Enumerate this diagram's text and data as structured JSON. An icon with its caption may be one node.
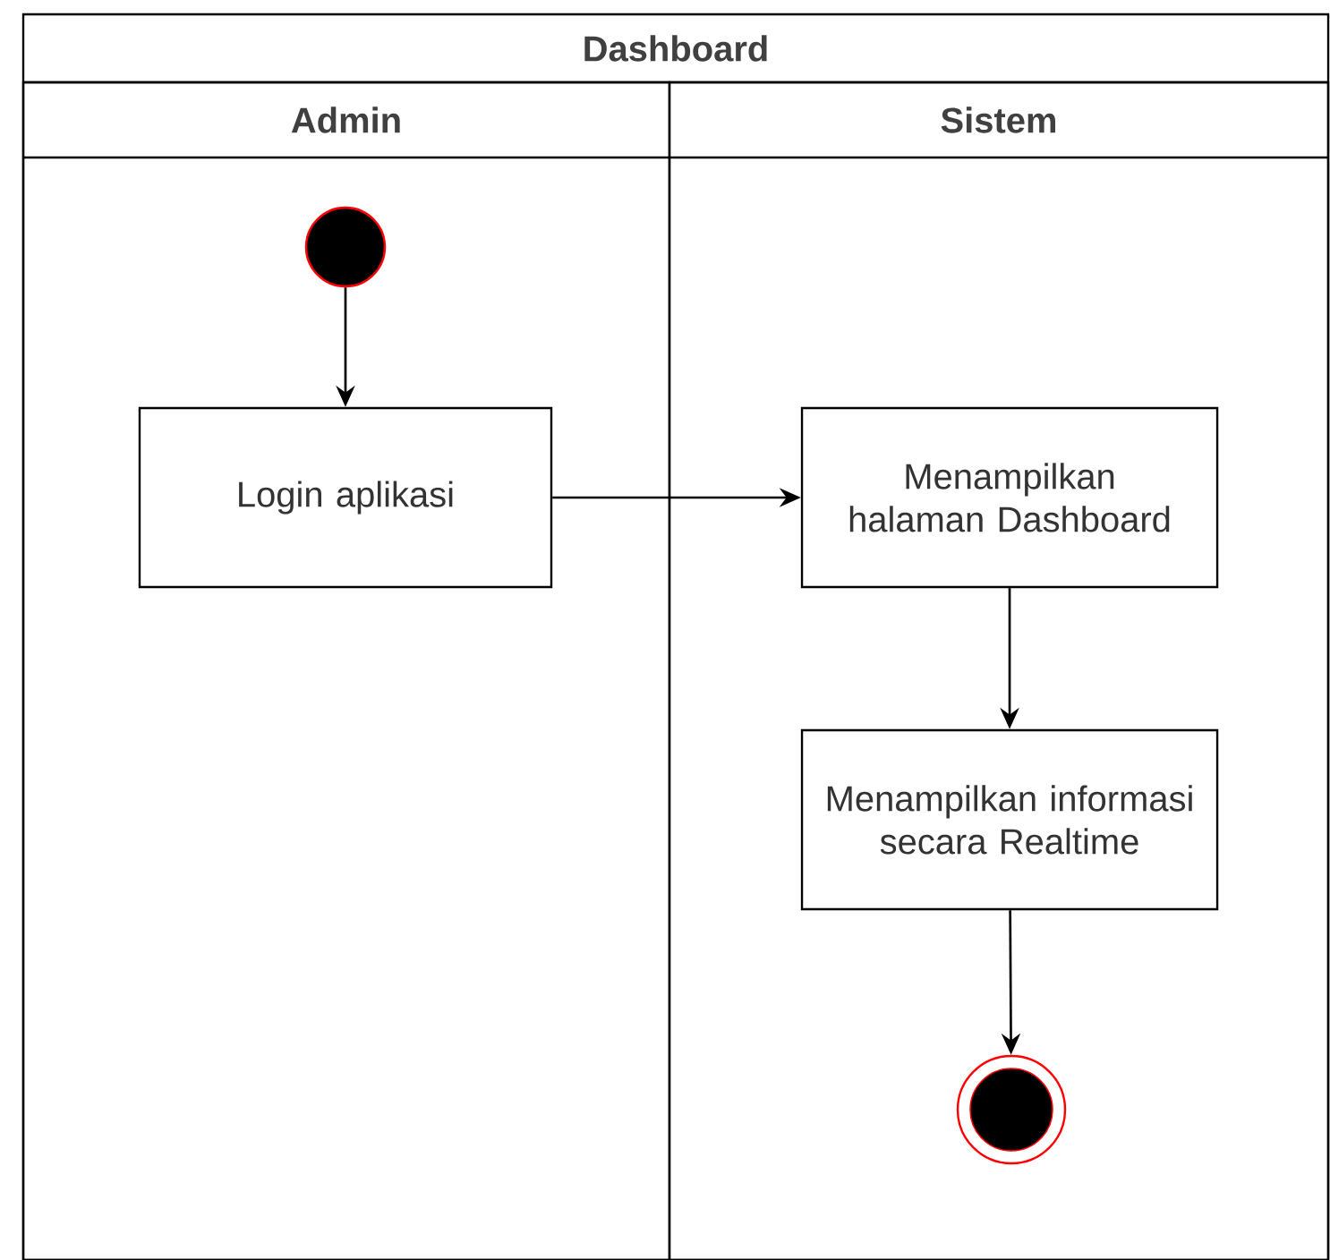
{
  "diagram": {
    "nodes": [
      {
        "text": [
          "Dashboard"
        ]
      },
      {
        "text": [
          "Admin"
        ],
        "in": 0
      },
      {
        "text": [
          "Sistem"
        ],
        "in": 0
      },
      {
        "text": [],
        "shape": "circle",
        "in": 1
      },
      {
        "text": [
          "Login aplikasi"
        ],
        "in": 1
      },
      {
        "text": [
          "Menampilkan halaman Dashboard"
        ],
        "in": 2
      },
      {
        "text": [
          "Menampilkan informasi secara Realtime"
        ],
        "in": 2
      },
      {
        "text": [],
        "shape": "circle",
        "in": 2
      }
    ],
    "edges": [
      {
        "from": 3,
        "to": 4,
        "arrow": "to"
      },
      {
        "from": 4,
        "to": 5,
        "arrow": "to"
      },
      {
        "from": 5,
        "to": 6,
        "arrow": "to"
      },
      {
        "from": 6,
        "to": 7,
        "arrow": "to"
      }
    ]
  }
}
